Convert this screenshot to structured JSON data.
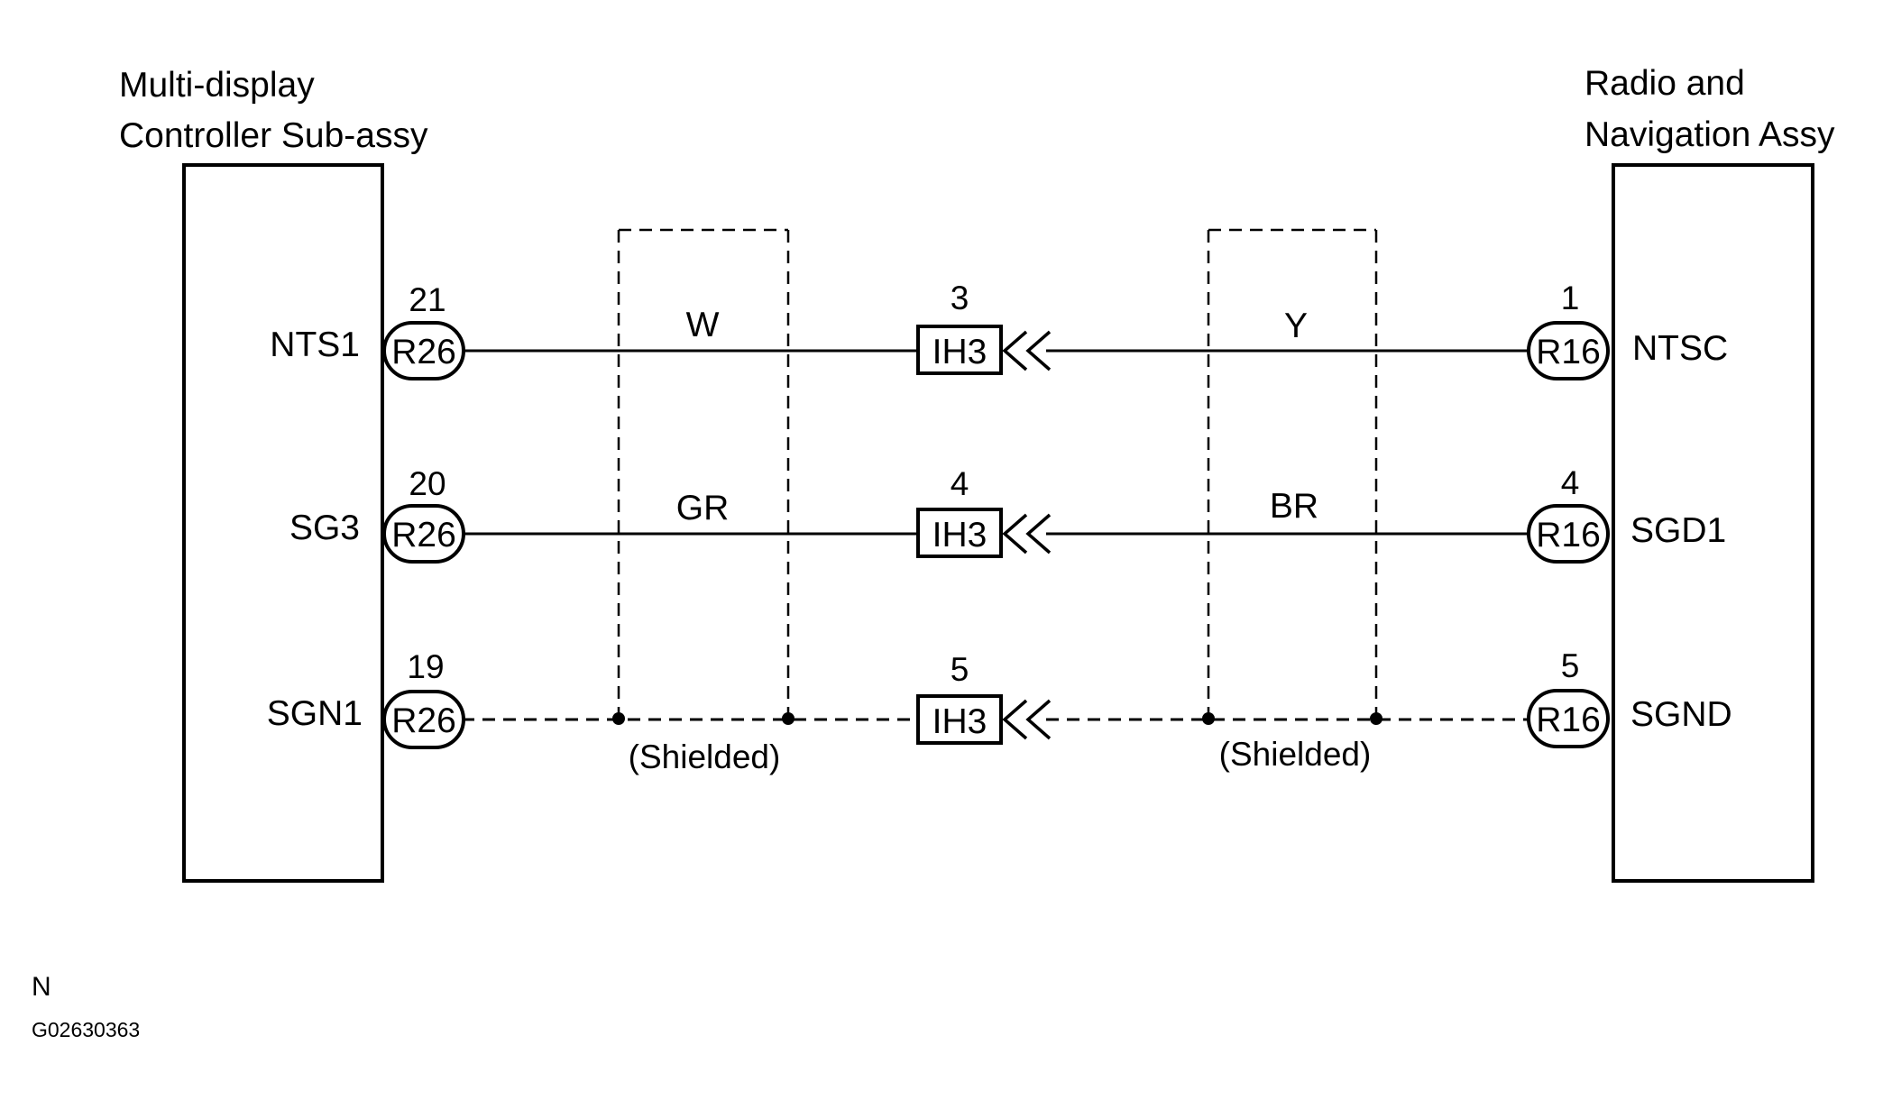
{
  "left_component": {
    "title_line1": "Multi-display",
    "title_line2": "Controller Sub-assy",
    "connector": "R26"
  },
  "right_component": {
    "title_line1": "Radio and",
    "title_line2": "Navigation Assy",
    "connector": "R16"
  },
  "junction_connector": "IH3",
  "circuits": [
    {
      "left_terminal": "NTS1",
      "left_pin": "21",
      "left_wire": "W",
      "junction_pin": "3",
      "right_wire": "Y",
      "right_pin": "1",
      "right_terminal": "NTSC"
    },
    {
      "left_terminal": "SG3",
      "left_pin": "20",
      "left_wire": "GR",
      "junction_pin": "4",
      "right_wire": "BR",
      "right_pin": "4",
      "right_terminal": "SGD1"
    },
    {
      "left_terminal": "SGN1",
      "left_pin": "19",
      "left_wire": "",
      "junction_pin": "5",
      "right_wire": "",
      "right_pin": "5",
      "right_terminal": "SGND"
    }
  ],
  "shield_label_left": "(Shielded)",
  "shield_label_right": "(Shielded)",
  "footer": {
    "code": "N",
    "figure_id": "G02630363"
  }
}
